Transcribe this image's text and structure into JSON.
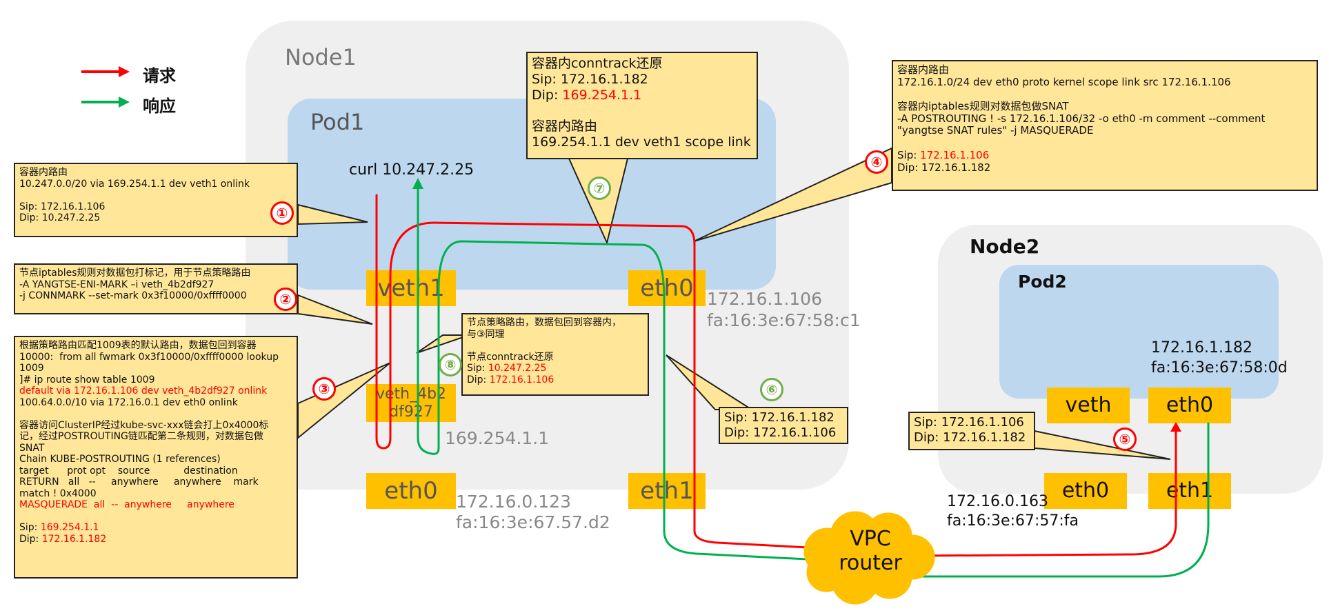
{
  "legend": {
    "request_label": "请求",
    "response_label": "响应",
    "request_color": "#ff0000",
    "response_color": "#00b050"
  },
  "node1": {
    "title": "Node1",
    "pod1": {
      "title": "Pod1",
      "curl_text": "curl 10.247.2.25",
      "veth1_label": "veth1",
      "eth0_label": "eth0",
      "eth0_ip": "172.16.1.106",
      "eth0_mac": "fa:16:3e:67:58:c1"
    },
    "veth_host_label": "veth_4b2\ndf927",
    "veth_host_ip": "169.254.1.1",
    "eth0_label": "eth0",
    "eth0_ip": "172.16.0.123",
    "eth0_mac": "fa:16:3e:67.57.d2",
    "eth1_label": "eth1"
  },
  "node2": {
    "title": "Node2",
    "pod2": {
      "title": "Pod2",
      "ip": "172.16.1.182",
      "mac": "fa:16:3e:67:58:0d",
      "veth_label": "veth",
      "eth0_label": "eth0"
    },
    "eth0_label": "eth0",
    "eth1_label": "eth1",
    "eth1_ip": "172.16.0.163",
    "eth1_mac": "fa:16:3e:67:57:fa"
  },
  "router": {
    "label": "VPC\nrouter"
  },
  "steps": {
    "s1": "①",
    "s2": "②",
    "s3": "③",
    "s4": "④",
    "s5": "⑤",
    "s6": "⑥",
    "s7": "⑦",
    "s8": "⑧"
  },
  "callouts": {
    "c1": [
      {
        "text": "容器内路由"
      },
      {
        "text": "10.247.0.0/20 via 169.254.1.1 dev veth1 onlink"
      },
      {
        "text": ""
      },
      {
        "text": "Sip: 172.16.1.106"
      },
      {
        "text": "Dip: 10.247.2.25"
      }
    ],
    "c2": [
      {
        "text": "节点iptables规则对数据包打标记，用于节点策略路由"
      },
      {
        "text": "-A YANGTSE-ENI-MARK –i veth_4b2df927"
      },
      {
        "text": "-j CONNMARK --set-mark 0x3f10000/0xffff0000"
      }
    ],
    "c3": [
      {
        "text": "根据策略路由匹配1009表的默认路由，数据包回到容器"
      },
      {
        "text": "10000:  from all fwmark 0x3f10000/0xffff0000 lookup"
      },
      {
        "text": "1009"
      },
      {
        "text": "]# ip route show table 1009"
      },
      {
        "text": "default via 172.16.1.106 dev veth_4b2df927 onlink",
        "red": true
      },
      {
        "text": "100.64.0.0/10 via 172.16.0.1 dev eth0 onlink"
      },
      {
        "text": ""
      },
      {
        "text": "容器访问ClusterIP经过kube-svc-xxx链会打上0x4000标"
      },
      {
        "text": "记，经过POSTROUTING链匹配第二条规则，对数据包做"
      },
      {
        "text": "SNAT"
      },
      {
        "text": "Chain KUBE-POSTROUTING (1 references)"
      },
      {
        "text": "target      prot opt    source           destination"
      },
      {
        "text": "RETURN   all   --     anywhere     anywhere    mark"
      },
      {
        "text": "match ! 0x4000"
      },
      {
        "text": "MASQUERADE  all  --  anywhere     anywhere",
        "red": true
      },
      {
        "text": ""
      },
      {
        "text": "Sip: ",
        "val": "169.254.1.1"
      },
      {
        "text": "Dip: ",
        "val": "172.16.1.182"
      }
    ],
    "c4": [
      {
        "text": "容器内路由"
      },
      {
        "text": "172.16.1.0/24 dev eth0 proto kernel scope link src 172.16.1.106"
      },
      {
        "text": ""
      },
      {
        "text": "容器内iptables规则对数据包做SNAT"
      },
      {
        "text": "-A POSTROUTING ! -s 172.16.1.106/32 -o eth0 -m comment --comment"
      },
      {
        "text": "\"yangtse SNAT rules\" -j MASQUERADE"
      },
      {
        "text": ""
      },
      {
        "text": "Sip: ",
        "val": "172.16.1.106"
      },
      {
        "text": "Dip: 172.16.1.182"
      }
    ],
    "c5": [
      {
        "text": "Sip: 172.16.1.106"
      },
      {
        "text": "Dip: 172.16.1.182"
      }
    ],
    "c6": [
      {
        "text": "Sip: 172.16.1.182"
      },
      {
        "text": "Dip: 172.16.1.106"
      }
    ],
    "c7": [
      {
        "text": "容器内conntrack还原"
      },
      {
        "text": "Sip: 172.16.1.182"
      },
      {
        "text": "Dip: ",
        "val": "169.254.1.1"
      },
      {
        "text": ""
      },
      {
        "text": "容器内路由"
      },
      {
        "text": "169.254.1.1 dev veth1 scope link"
      }
    ],
    "c8": [
      {
        "text": "节点策略路由，数据包回到容器内，"
      },
      {
        "text": "与③同理"
      },
      {
        "text": ""
      },
      {
        "text": "节点conntrack还原"
      },
      {
        "text": "Sip: ",
        "val": "10.247.2.25"
      },
      {
        "text": "Dip: ",
        "val": "172.16.1.106"
      }
    ]
  }
}
